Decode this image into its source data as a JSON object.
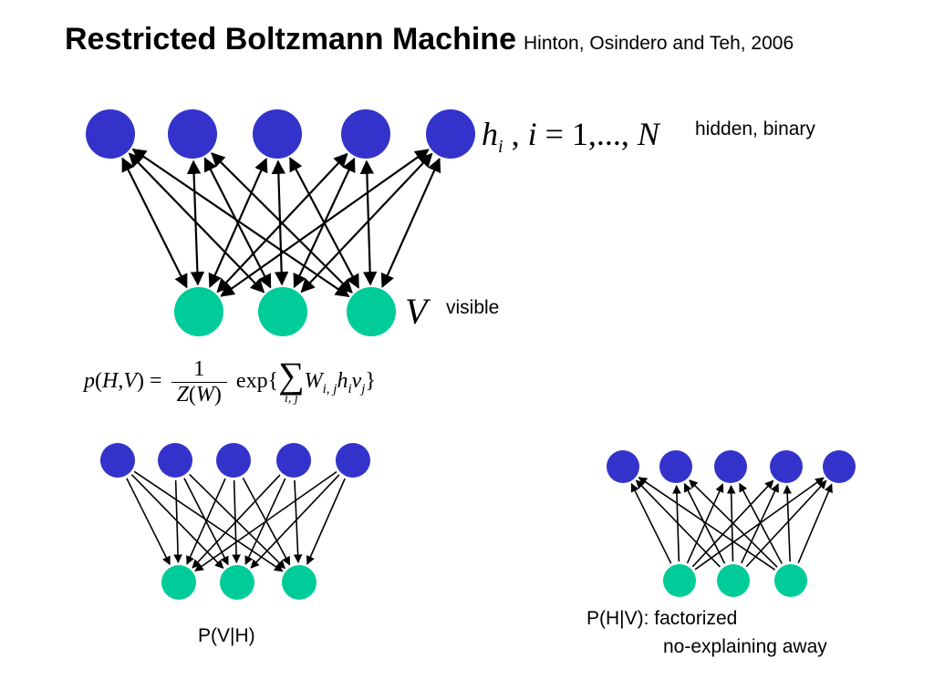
{
  "title": {
    "main": "Restricted Boltzmann Machine",
    "citation": "Hinton, Osindero and Teh, 2006"
  },
  "top_network": {
    "hidden_math": "h_i , i = 1,..., N",
    "hidden_label": "hidden, binary",
    "visible_math": "V",
    "visible_label": "visible",
    "hidden_units": 5,
    "visible_units": 3,
    "edge_direction": "bidirectional"
  },
  "equation": {
    "lhs": "p(H,V)",
    "equals": "=",
    "numerator": "1",
    "denominator": "Z(W)",
    "exp": "exp{",
    "sum_sub": "i, j",
    "term": "W",
    "term_sub": "i, j",
    "h": "h",
    "h_sub": "i",
    "v": "v",
    "v_sub": "j",
    "close": "}"
  },
  "bottom_left": {
    "label": "P(V|H)",
    "edge_direction": "hidden-to-visible"
  },
  "bottom_right": {
    "label_line1": "P(H|V): factorized",
    "label_line2": "no-explaining away",
    "edge_direction": "visible-to-hidden"
  },
  "colors": {
    "hidden_node": "#3333cc",
    "visible_node": "#00cc99",
    "edge": "#000000"
  }
}
